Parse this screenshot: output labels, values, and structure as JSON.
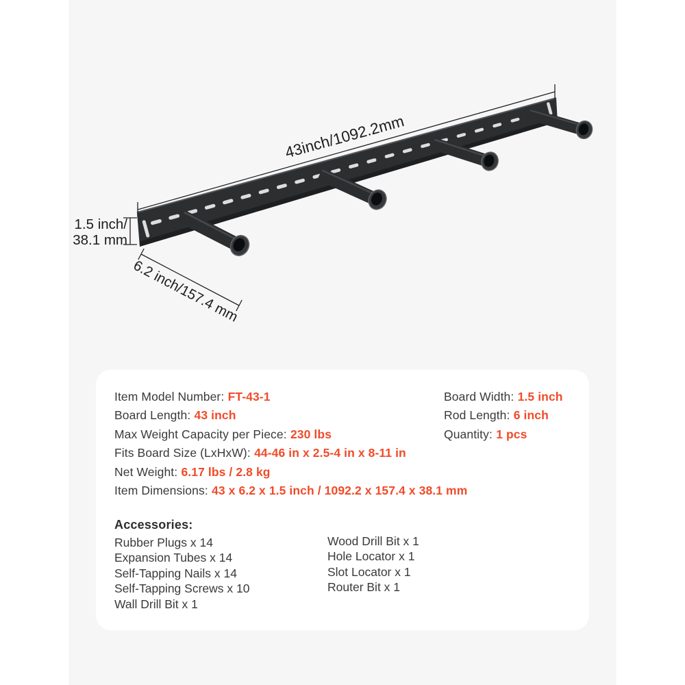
{
  "colors": {
    "panel_bg": "#f6f6f7",
    "card_bg": "#ffffff",
    "accent": "#f04b2a",
    "label_text": "#3a3a3c",
    "dimension_text": "#1c1c1e",
    "rail_metal": "#2c2e30"
  },
  "diagram": {
    "length_label": "43inch/1092.2mm",
    "width_line1": "1.5 inch/",
    "width_line2": "38.1 mm",
    "depth_label": "6.2 inch/157.4 mm"
  },
  "specs": {
    "left": [
      {
        "label": "Item Model Number:",
        "value": "FT-43-1"
      },
      {
        "label": "Board Length:",
        "value": "43 inch"
      },
      {
        "label": "Max Weight Capacity per Piece:",
        "value": "230 lbs"
      },
      {
        "label": "Fits Board Size (LxHxW):",
        "value": "44-46 in x 2.5-4 in x 8-11 in"
      },
      {
        "label": "Net Weight:",
        "value": "6.17 lbs / 2.8 kg"
      },
      {
        "label": "Item Dimensions:",
        "value": "43 x 6.2 x 1.5 inch / 1092.2 x 157.4 x 38.1 mm"
      }
    ],
    "right": [
      {
        "label": "Board Width:",
        "value": "1.5 inch"
      },
      {
        "label": "Rod Length:",
        "value": "6 inch"
      },
      {
        "label": "Quantity:",
        "value": "1 pcs"
      }
    ]
  },
  "accessories": {
    "heading": "Accessories:",
    "left": [
      "Rubber Plugs x 14",
      "Expansion Tubes x 14",
      "Self-Tapping Nails x 14",
      "Self-Tapping Screws x 10",
      "Wall Drill Bit x 1"
    ],
    "right": [
      "Wood Drill Bit x 1",
      "Hole Locator x 1",
      "Slot Locator x 1",
      "Router Bit x 1"
    ]
  }
}
